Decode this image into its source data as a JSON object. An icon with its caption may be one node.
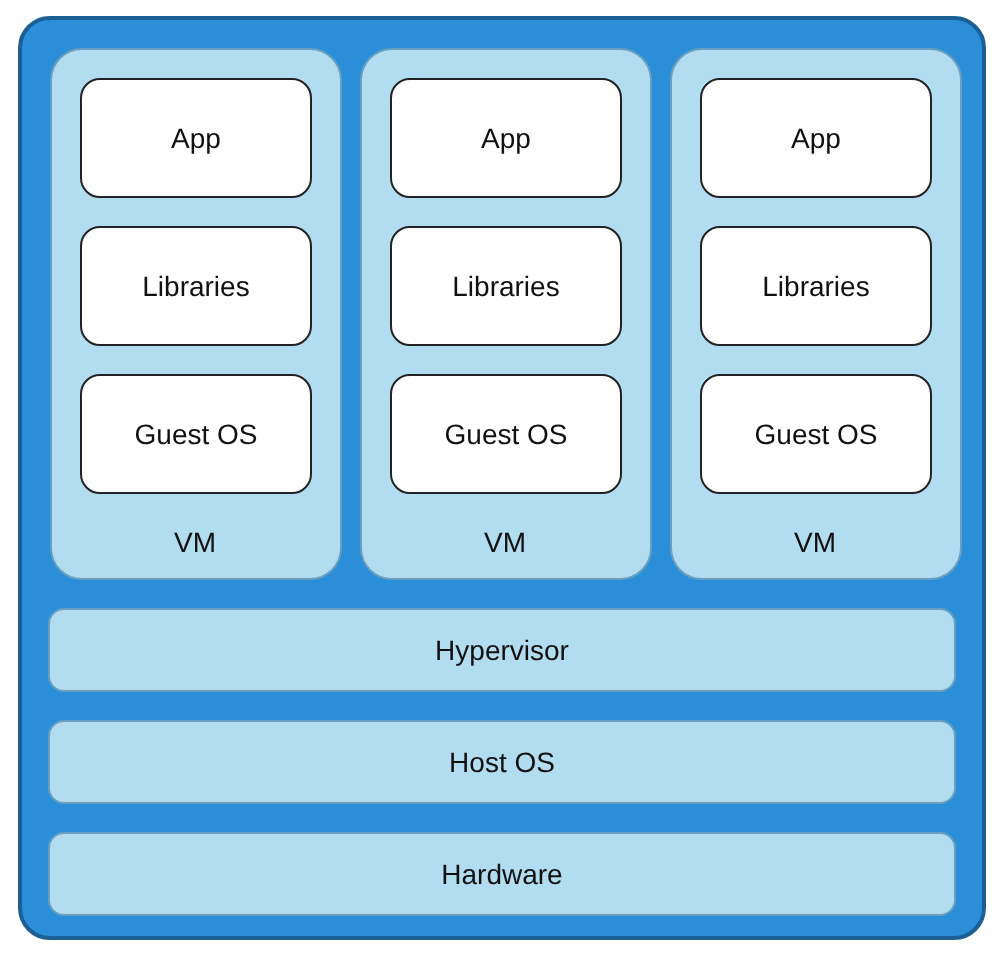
{
  "diagram": {
    "nodes": [
      {
        "text": [],
        "shape": "box"
      },
      {
        "text": [
          "VM"
        ],
        "in": 0
      },
      {
        "text": [
          "App"
        ],
        "in": 1
      },
      {
        "text": [
          "Libraries"
        ],
        "in": 1
      },
      {
        "text": [
          "Guest OS"
        ],
        "in": 1
      },
      {
        "text": [
          "VM"
        ],
        "in": 0
      },
      {
        "text": [
          "App"
        ],
        "in": 5
      },
      {
        "text": [
          "Libraries"
        ],
        "in": 5
      },
      {
        "text": [
          "Guest OS"
        ],
        "in": 5
      },
      {
        "text": [
          "VM"
        ],
        "in": 0
      },
      {
        "text": [
          "App"
        ],
        "in": 9
      },
      {
        "text": [
          "Libraries"
        ],
        "in": 9
      },
      {
        "text": [
          "Guest OS"
        ],
        "in": 9
      },
      {
        "text": [
          "Hypervisor"
        ],
        "in": 0
      },
      {
        "text": [
          "Host OS"
        ],
        "in": 0
      },
      {
        "text": [
          "Hardware"
        ],
        "in": 0
      }
    ]
  }
}
